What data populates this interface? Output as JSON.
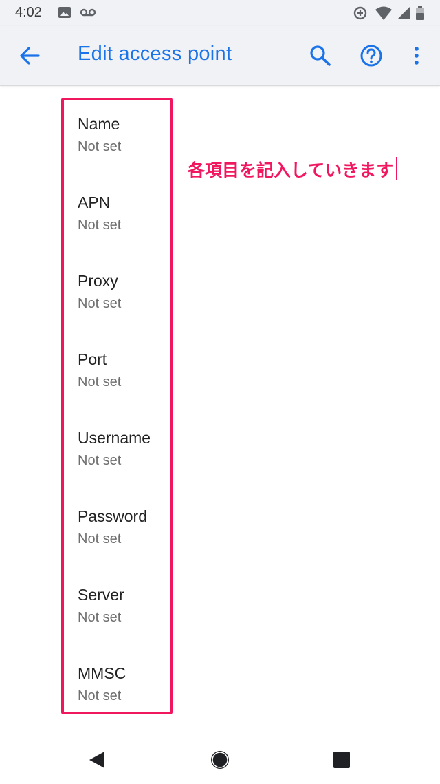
{
  "status_bar": {
    "time": "4:02",
    "icons": [
      "image-icon",
      "voicemail-icon",
      "data-saver-icon",
      "wifi-icon",
      "signal-icon",
      "battery-icon"
    ]
  },
  "app_bar": {
    "title": "Edit access point",
    "back_icon": "arrow-back-icon",
    "actions": [
      "search-icon",
      "help-icon",
      "more-vert-icon"
    ]
  },
  "fields": [
    {
      "title": "Name",
      "value": "Not set"
    },
    {
      "title": "APN",
      "value": "Not set"
    },
    {
      "title": "Proxy",
      "value": "Not set"
    },
    {
      "title": "Port",
      "value": "Not set"
    },
    {
      "title": "Username",
      "value": "Not set"
    },
    {
      "title": "Password",
      "value": "Not set"
    },
    {
      "title": "Server",
      "value": "Not set"
    },
    {
      "title": "MMSC",
      "value": "Not set"
    }
  ],
  "annotation": {
    "text": "各項目を記入していきます"
  },
  "nav_bar": {
    "icons": [
      "back-triangle-icon",
      "home-circle-icon",
      "recents-square-icon"
    ]
  },
  "colors": {
    "accent": "#1a73e8",
    "annotation": "#f0175f",
    "bar_background": "#f1f2f6",
    "title_text": "#222222",
    "secondary_text": "#6f6f6f"
  }
}
